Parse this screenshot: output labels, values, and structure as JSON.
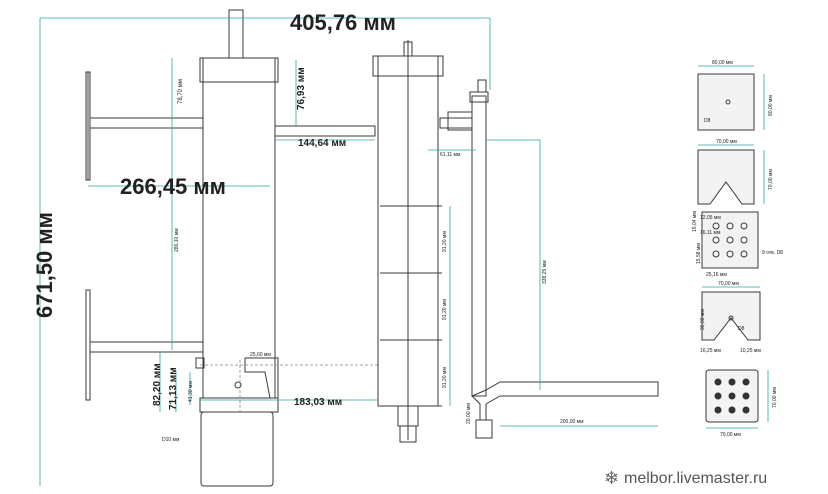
{
  "dimensions": {
    "overall_width": "405,76 мм",
    "overall_height": "671,50 мм",
    "arm_length": "266,45 мм",
    "offset_144": "144,64 мм",
    "cap_76_93": "76,93 мм",
    "cap_78_70": "78,70 мм",
    "column_height": "286,10 мм",
    "bottom_183": "183,03 мм",
    "bottom_82_20": "82,20 мм",
    "bottom_71_13": "71,13 мм",
    "bottom_41_30": "41,30 мм",
    "bottom_25_60": "25,60 мм",
    "hole_d10": "D10 мм",
    "tube_61_11": "61,11 мм",
    "rail_338": "338,25 мм",
    "gap_91_20_a": "91,20 мм",
    "gap_91_20_b": "91,20 мм",
    "gap_91_20_c": "91,20 мм",
    "gap_20": "20,00 мм",
    "base_200": "200,00 мм"
  },
  "details": {
    "plate1_w": "80,00 мм",
    "plate1_h": "80,00 мм",
    "plate1_hole": "D8",
    "plate2_w": "70,00 мм",
    "plate2_h": "70,00 мм",
    "plate3_a": "15,04 мм",
    "plate3_b": "12,05 мм",
    "plate3_c": "16,11 мм",
    "plate3_d": "15,58 мм",
    "plate3_e": "25,16 мм",
    "plate3_holes": "9 отв. D8",
    "plate4_w": "70,00 мм",
    "plate4_h": "36,00 мм",
    "plate4_a": "16,25 мм",
    "plate4_b": "10,25 мм",
    "plate4_hole": "D8",
    "plate5_w": "70,00 мм",
    "plate5_h": "70,00 мм"
  },
  "watermark": "melbor.livemaster.ru"
}
